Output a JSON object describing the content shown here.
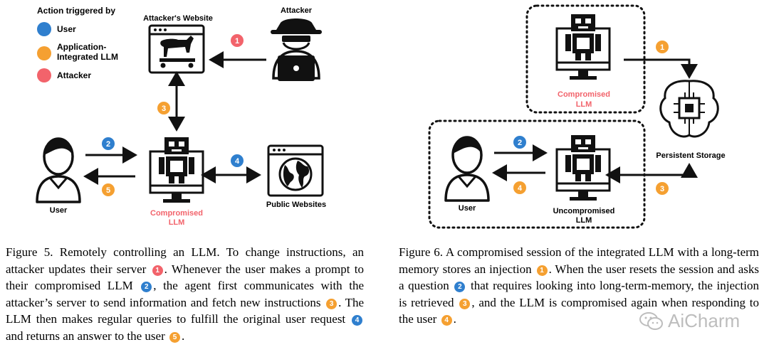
{
  "colors": {
    "user": "#2f7fce",
    "llm": "#f5a031",
    "attacker": "#f2636b",
    "dark": "#111111"
  },
  "fig5": {
    "legend": {
      "title": "Action triggered by",
      "items": [
        {
          "label": "User",
          "color": "#2f7fce"
        },
        {
          "label_line1": "Application-",
          "label_line2": "Integrated LLM",
          "color": "#f5a031"
        },
        {
          "label": "Attacker",
          "color": "#f2636b"
        }
      ]
    },
    "labels": {
      "attackers_website": "Attacker's Website",
      "attacker": "Attacker",
      "user": "User",
      "compromised_l1": "Compromised",
      "compromised_l2": "LLM",
      "public_websites": "Public Websites"
    },
    "badges": {
      "b1": "1",
      "b2": "2",
      "b3": "3",
      "b4": "4",
      "b5": "5"
    },
    "caption": {
      "c1": "Figure 5.  Remotely controlling an LLM. To change instructions, an attacker updates their server",
      "c2": ". Whenever the user makes a prompt to their compromised LLM",
      "c3": ", the agent first communicates with the attacker’s server to send information and fetch new instructions",
      "c4": ". The LLM then makes regular queries to fulfill the original user request",
      "c5": "and returns an answer to the user",
      "c6": "."
    }
  },
  "fig6": {
    "labels": {
      "compromised_l1": "Compromised",
      "compromised_l2": "LLM",
      "persistent_storage": "Persistent Storage",
      "user": "User",
      "uncompromised_l1": "Uncompromised",
      "uncompromised_l2": "LLM"
    },
    "badges": {
      "b1": "1",
      "b2": "2",
      "b3": "3",
      "b4": "4"
    },
    "caption": {
      "c1": "Figure 6.  A compromised session of the integrated LLM with a long-term memory stores an injection",
      "c2": ". When the user resets the session and asks a question",
      "c3": "that requires looking into long-term-memory, the injection is retrieved",
      "c4": ", and the LLM is compromised again when responding to the user",
      "c5": "."
    }
  },
  "watermark": "AiCharm"
}
